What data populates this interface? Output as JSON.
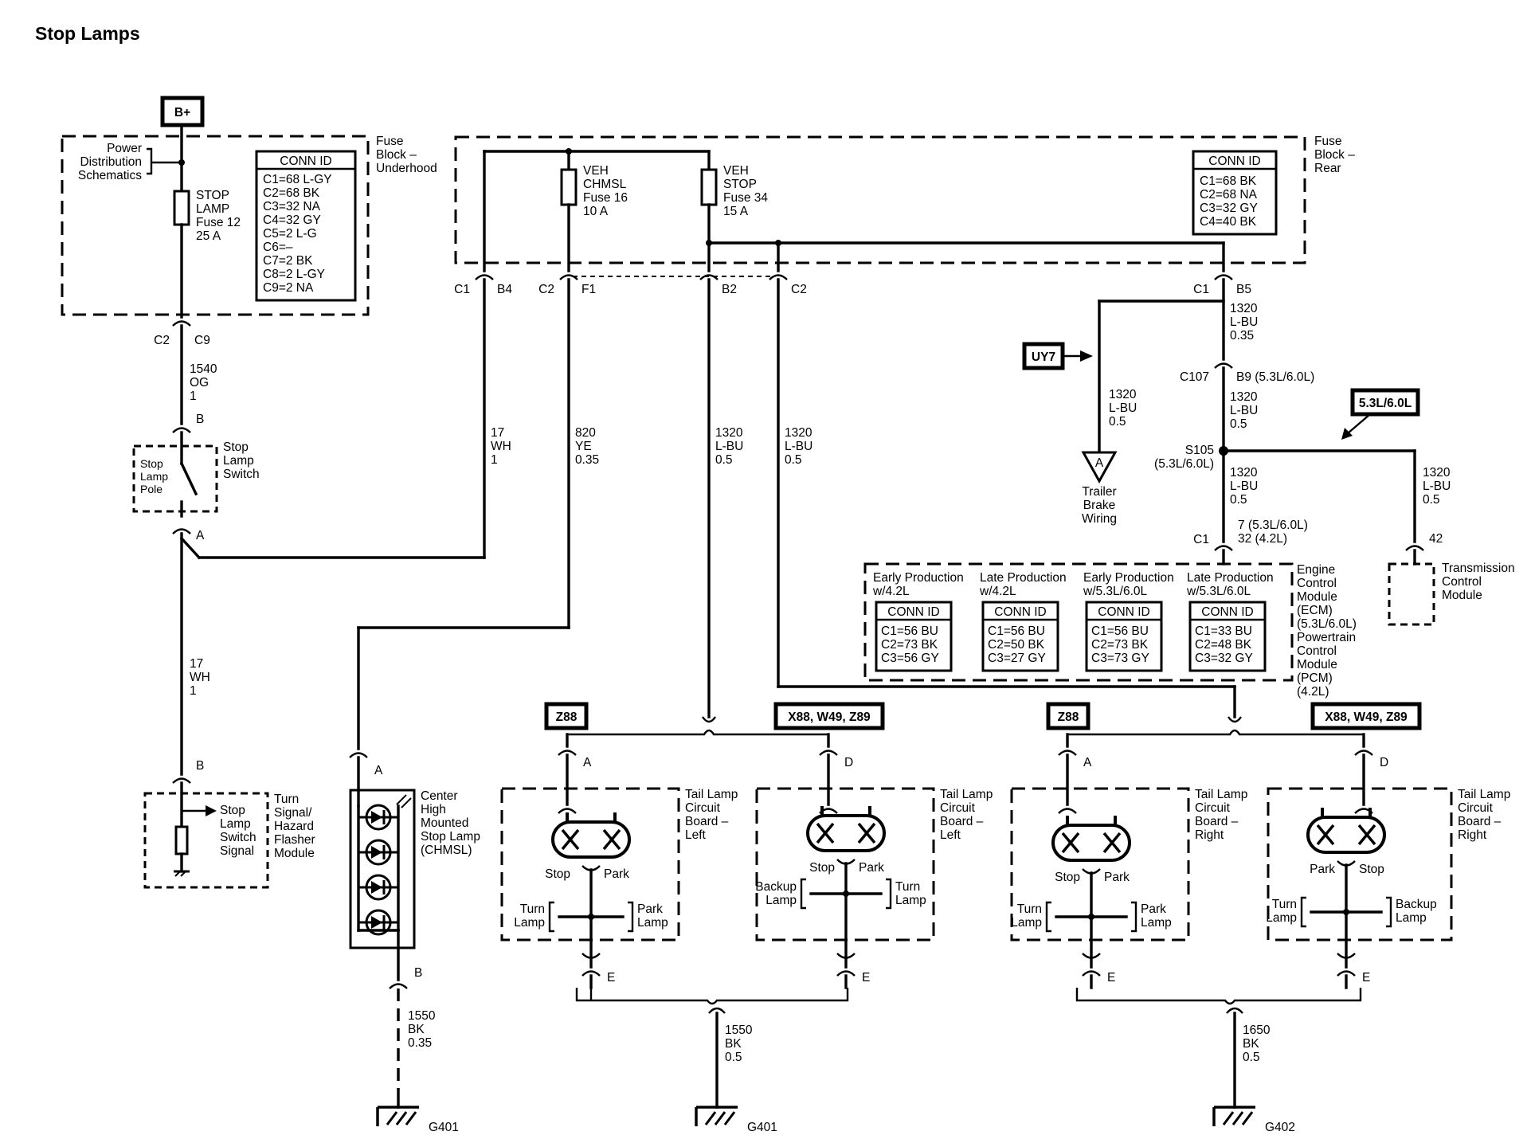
{
  "title": "Stop Lamps",
  "b_plus": "B+",
  "power_dist": [
    "Power",
    "Distribution",
    "Schematics"
  ],
  "fuse12": [
    "STOP",
    "LAMP",
    "Fuse 12",
    "25 A"
  ],
  "underhood_conn": {
    "header": "CONN ID",
    "rows": [
      "C1=68 L-GY",
      "C2=68 BK",
      "C3=32 NA",
      "C4=32 GY",
      "C5=2 L-G",
      "C6=–",
      "C7=2 BK",
      "C8=2 L-GY",
      "C9=2 NA"
    ]
  },
  "fb_underhood": [
    "Fuse",
    "Block –",
    "Underhood"
  ],
  "fuse16": [
    "VEH",
    "CHMSL",
    "Fuse 16",
    "10 A"
  ],
  "fuse34": [
    "VEH",
    "STOP",
    "Fuse 34",
    "15 A"
  ],
  "rear_conn": {
    "header": "CONN ID",
    "rows": [
      "C1=68 BK",
      "C2=68 NA",
      "C3=32 GY",
      "C4=40 BK"
    ]
  },
  "fb_rear": [
    "Fuse",
    "Block –",
    "Rear"
  ],
  "pins_top": {
    "c1": "C1",
    "b4": "B4",
    "c2a": "C2",
    "f1": "F1",
    "b2": "B2",
    "c2b": "C2",
    "c1r": "C1",
    "b5": "B5"
  },
  "c2c9": {
    "c2": "C2",
    "c9": "C9"
  },
  "w1540": [
    "1540",
    "OG",
    "1"
  ],
  "switch_pin_b": "B",
  "switch_pin_a": "A",
  "switch_pole": [
    "Stop",
    "Lamp",
    "Pole"
  ],
  "switch_name": [
    "Stop",
    "Lamp",
    "Switch"
  ],
  "w17a": [
    "17",
    "WH",
    "1"
  ],
  "w820": [
    "820",
    "YE",
    "0.35"
  ],
  "w1320a": [
    "1320",
    "L-BU",
    "0.5"
  ],
  "w1320b": [
    "1320",
    "L-BU",
    "0.5"
  ],
  "w17b": [
    "17",
    "WH",
    "1"
  ],
  "flasher_pin_b": "B",
  "flasher_signal": [
    "Stop",
    "Lamp",
    "Switch",
    "Signal"
  ],
  "flasher_module": [
    "Turn",
    "Signal/",
    "Hazard",
    "Flasher",
    "Module"
  ],
  "chmsl_pin_a": "A",
  "chmsl_pin_b": "B",
  "chmsl_name": [
    "Center",
    "High",
    "Mounted",
    "Stop Lamp",
    "(CHMSL)"
  ],
  "w1550_chmsl": [
    "1550",
    "BK",
    "0.35"
  ],
  "g401a": "G401",
  "w1320_b5": [
    "1320",
    "L-BU",
    "0.35"
  ],
  "uy7": "UY7",
  "w1320_trailer": [
    "1320",
    "L-BU",
    "0.5"
  ],
  "trailer_conn": "A",
  "trailer_label": [
    "Trailer",
    "Brake",
    "Wiring"
  ],
  "c107": "C107",
  "b9": "B9 (5.3L/6.0L)",
  "w1320_c107": [
    "1320",
    "L-BU",
    "0.5"
  ],
  "s105": [
    "S105",
    "(5.3L/6.0L)"
  ],
  "opt_53": "5.3L/6.0L",
  "w1320_ecm": [
    "1320",
    "L-BU",
    "0.5"
  ],
  "w1320_tcm": [
    "1320",
    "L-BU",
    "0.5"
  ],
  "ecm_pin": {
    "c1": "C1",
    "pin": [
      "7 (5.3L/6.0L)",
      "32 (4.2L)"
    ]
  },
  "tcm_pin": "42",
  "tcm_label": [
    "Transmission",
    "Control",
    "Module"
  ],
  "ecm_label": [
    "Engine",
    "Control",
    "Module",
    "(ECM)",
    "(5.3L/6.0L)",
    "Powertrain",
    "Control",
    "Module",
    "(PCM)",
    "(4.2L)"
  ],
  "ecm_tables": [
    {
      "heading": [
        "Early Production",
        "w/4.2L"
      ],
      "header": "CONN ID",
      "rows": [
        "C1=56 BU",
        "C2=73 BK",
        "C3=56 GY"
      ]
    },
    {
      "heading": [
        "Late Production",
        "w/4.2L"
      ],
      "header": "CONN ID",
      "rows": [
        "C1=56 BU",
        "C2=50 BK",
        "C3=27 GY"
      ]
    },
    {
      "heading": [
        "Early Production",
        "w/5.3L/6.0L"
      ],
      "header": "CONN ID",
      "rows": [
        "C1=56 BU",
        "C2=73 BK",
        "C3=73 GY"
      ]
    },
    {
      "heading": [
        "Late Production",
        "w/5.3L/6.0L"
      ],
      "header": "CONN ID",
      "rows": [
        "C1=33 BU",
        "C2=48 BK",
        "C3=32 GY"
      ]
    }
  ],
  "opt_z88": "Z88",
  "opt_x88": "X88, W49, Z89",
  "tail1": {
    "pin_top": "A",
    "stop": "Stop",
    "park": "Park",
    "turn": [
      "Turn",
      "Lamp"
    ],
    "right": [
      "Park",
      "Lamp"
    ],
    "pin_bot": "E",
    "name": [
      "Tail Lamp",
      "Circuit",
      "Board –",
      "Left"
    ]
  },
  "tail2": {
    "pin_top": "D",
    "stop": "Stop",
    "park": "Park",
    "left": [
      "Backup",
      "Lamp"
    ],
    "right": [
      "Turn",
      "Lamp"
    ],
    "pin_bot": "E",
    "name": [
      "Tail Lamp",
      "Circuit",
      "Board –",
      "Left"
    ]
  },
  "tail3": {
    "pin_top": "A",
    "stop": "Stop",
    "park": "Park",
    "turn": [
      "Turn",
      "Lamp"
    ],
    "right": [
      "Park",
      "Lamp"
    ],
    "pin_bot": "E",
    "name": [
      "Tail Lamp",
      "Circuit",
      "Board –",
      "Right"
    ]
  },
  "tail4": {
    "pin_top": "D",
    "park": "Park",
    "stop": "Stop",
    "turn": [
      "Turn",
      "Lamp"
    ],
    "right": [
      "Backup",
      "Lamp"
    ],
    "pin_bot": "E",
    "name": [
      "Tail Lamp",
      "Circuit",
      "Board –",
      "Right"
    ]
  },
  "w1550_left": [
    "1550",
    "BK",
    "0.5"
  ],
  "w1650_right": [
    "1650",
    "BK",
    "0.5"
  ],
  "g401b": "G401",
  "g402": "G402"
}
